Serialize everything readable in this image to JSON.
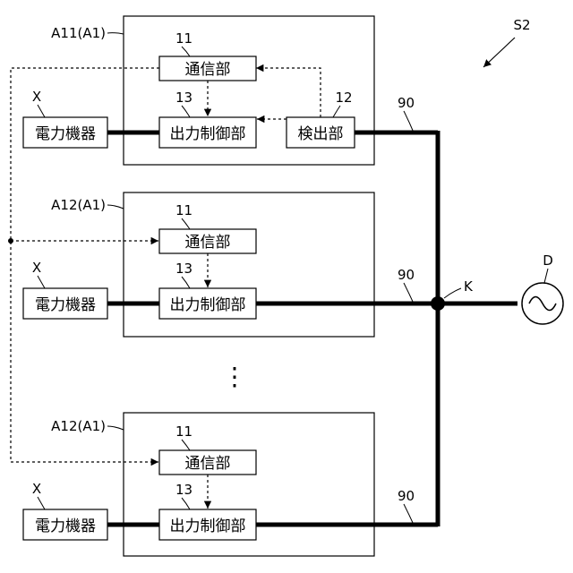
{
  "figure_label": "S2",
  "units": [
    {
      "unit_label": "A11(A1)",
      "comm_label": "通信部",
      "comm_ref": "11",
      "ctrl_label": "出力制御部",
      "ctrl_ref": "13",
      "detector_label": "検出部",
      "detector_ref": "12",
      "device_label": "電力機器",
      "device_ref": "X",
      "line_ref": "90"
    },
    {
      "unit_label": "A12(A1)",
      "comm_label": "通信部",
      "comm_ref": "11",
      "ctrl_label": "出力制御部",
      "ctrl_ref": "13",
      "device_label": "電力機器",
      "device_ref": "X",
      "line_ref": "90"
    },
    {
      "unit_label": "A12(A1)",
      "comm_label": "通信部",
      "comm_ref": "11",
      "ctrl_label": "出力制御部",
      "ctrl_ref": "13",
      "device_label": "電力機器",
      "device_ref": "X",
      "line_ref": "90"
    }
  ],
  "ellipsis": "⋮",
  "junction_label": "K",
  "source_label": "D",
  "source_icon": "ac-source-icon"
}
